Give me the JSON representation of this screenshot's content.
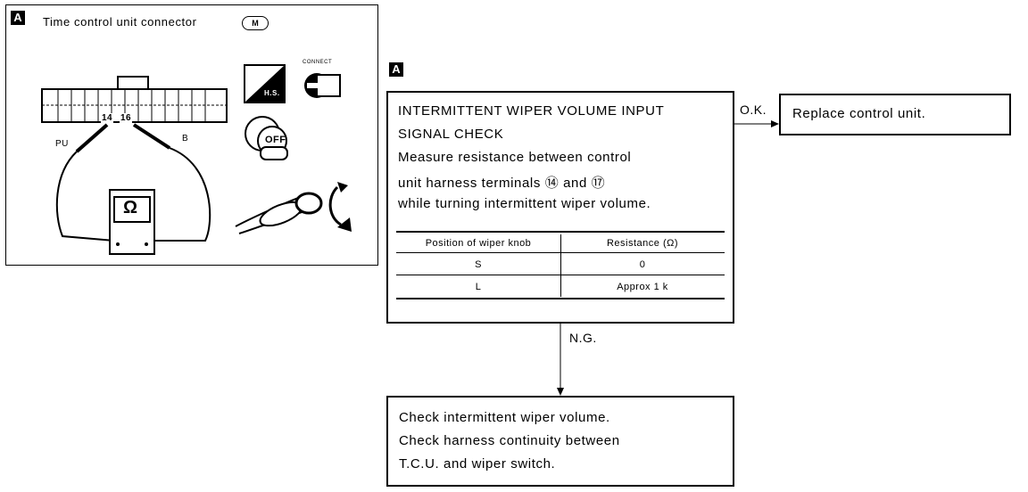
{
  "panel_left": {
    "badge": "A",
    "title": "Time control unit connector",
    "connector_code": "M",
    "terminal_a": "14",
    "terminal_b": "16",
    "wire_left": "PU",
    "wire_right": "B",
    "meter_symbol": "Ω",
    "hs_label": "H.S.",
    "connect_label": "CONNECT",
    "off_label": "OFF"
  },
  "flow": {
    "badge": "A",
    "check_box": {
      "lines": [
        "INTERMITTENT WIPER VOLUME INPUT",
        "SIGNAL CHECK",
        "Measure resistance between control",
        "unit harness terminals ⑭ and ⑰",
        "while turning intermittent wiper volume."
      ],
      "table": {
        "headers": [
          "Position of wiper knob",
          "Resistance (Ω)"
        ],
        "rows": [
          [
            "S",
            "0"
          ],
          [
            "L",
            "Approx 1 k"
          ]
        ]
      }
    },
    "ok_label": "O.K.",
    "ok_box": "Replace control unit.",
    "ng_label": "N.G.",
    "ng_box_lines": [
      "Check intermittent wiper volume.",
      "Check harness continuity between",
      "T.C.U. and wiper switch."
    ]
  }
}
